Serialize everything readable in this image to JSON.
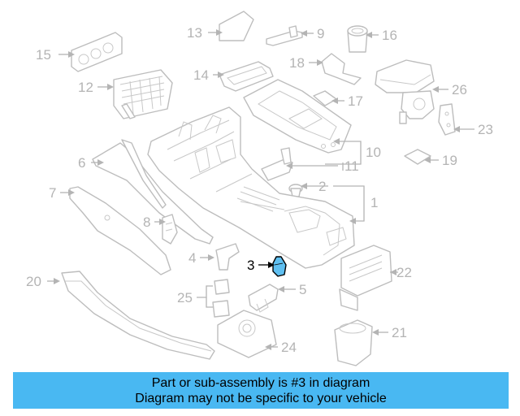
{
  "highlight_color": "#5fbff0",
  "banner_color": "#49b8f2",
  "banner": {
    "line1": "Part or sub-assembly is #3 in diagram",
    "line2": "Diagram may not be specific to your vehicle"
  },
  "callouts": {
    "c1": "1",
    "c2": "2",
    "c3": "3",
    "c4": "4",
    "c5": "5",
    "c6": "6",
    "c7": "7",
    "c8": "8",
    "c9": "9",
    "c10": "10",
    "c11": "11",
    "c12": "12",
    "c13": "13",
    "c14": "14",
    "c15": "15",
    "c16": "16",
    "c17": "17",
    "c18": "18",
    "c19": "19",
    "c20": "20",
    "c21": "21",
    "c22": "22",
    "c23": "23",
    "c24": "24",
    "c25": "25",
    "c26": "26"
  }
}
